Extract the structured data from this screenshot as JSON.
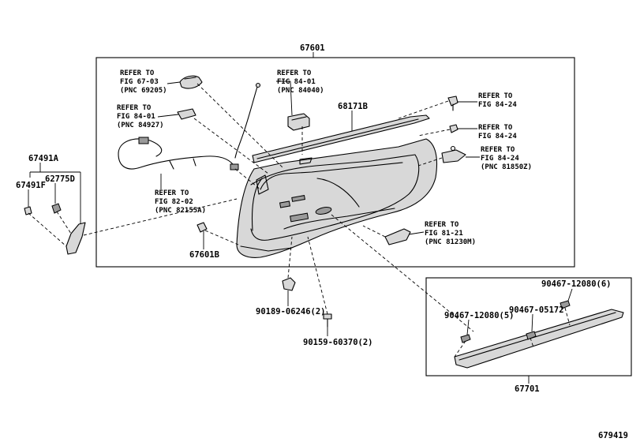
{
  "labels": {
    "main_assembly": "67601",
    "molding_part": "68171B",
    "screw_cover": "67601B",
    "lining_set": "67491A",
    "piece_f": "67491F",
    "clip_d": "62775D",
    "clip_a": "90189-06246(2)",
    "screw_b": "90159-60370(2)",
    "scuff_plate": "67701",
    "clip_12080_6": "90467-12080(6)",
    "clip_12080_5": "90467-12080(5)",
    "clip_05172": "90467-05172",
    "figure_number": "679419"
  },
  "refs": {
    "handle": [
      "REFER TO",
      "FIG 67-03",
      "(PNC 69205)"
    ],
    "switch": [
      "REFER TO",
      "FIG 84-01",
      "(PNC 84040)"
    ],
    "lamp": [
      "REFER TO",
      "FIG 84-01",
      "(PNC 84927)"
    ],
    "wire": [
      "REFER TO",
      "FIG 82-02",
      "(PNC 82155A)"
    ],
    "speaker": [
      "REFER TO",
      "FIG 81-21",
      "(PNC 81230M)"
    ],
    "fig_a": [
      "REFER TO",
      "FIG 84-24"
    ],
    "fig_b": [
      "REFER TO",
      "FIG 84-24"
    ],
    "fig_c": [
      "REFER TO",
      "FIG 84-24",
      "(PNC 81850Z)"
    ]
  }
}
